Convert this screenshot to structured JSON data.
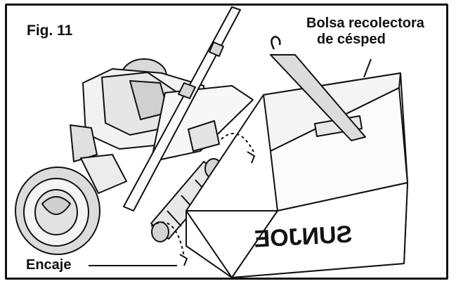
{
  "figure": {
    "label": "Fig. 11"
  },
  "callouts": {
    "bag_line1": "Bolsa recolectora",
    "bag_line2": "de césped",
    "hook": "Encaje"
  },
  "brand": {
    "logo_text": "SUNJOE"
  },
  "colors": {
    "line": "#111111",
    "background": "#ffffff",
    "body_fill": "#f2f2f2",
    "shade": "#cfcfcf"
  }
}
